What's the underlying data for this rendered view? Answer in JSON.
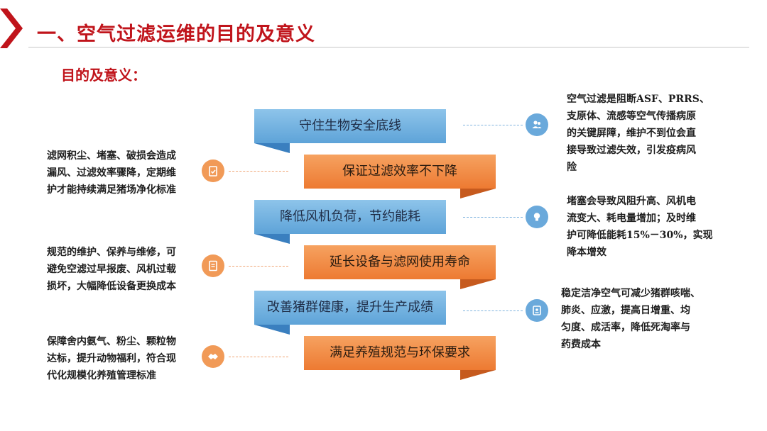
{
  "header": {
    "title": "一、空气过滤运维的目的及意义",
    "section": "目的及意义：",
    "accent_color": "#c0141b"
  },
  "ribbon": [
    {
      "label": "守住生物安全底线",
      "color": "blue"
    },
    {
      "label": "保证过滤效率不下降",
      "color": "orange"
    },
    {
      "label": "降低风机负荷，节约能耗",
      "color": "blue"
    },
    {
      "label": "延长设备与滤网使用寿命",
      "color": "orange"
    },
    {
      "label": "改善猪群健康，提升生产成绩",
      "color": "blue"
    },
    {
      "label": "满足养殖规范与环保要求",
      "color": "orange"
    }
  ],
  "left_notes": [
    {
      "lines": [
        "滤网积尘、堵塞、破损会造成",
        "漏风、过滤效率骤降，定期维",
        "护才能持续满足猪场净化标准"
      ],
      "icon": "clipboard-check-icon"
    },
    {
      "lines": [
        "规范的维护、保养与维修，可",
        "避免空滤过早报废、风机过载",
        "损坏，大幅降低设备更换成本"
      ],
      "icon": "document-icon"
    },
    {
      "lines": [
        "保障舍内氨气、粉尘、颗粒物",
        "达标，提升动物福利，符合现",
        "代化规模化养殖管理标准"
      ],
      "icon": "handshake-icon"
    }
  ],
  "right_notes": [
    {
      "lines": [
        "空气过滤是阻断ASF、PRRS、",
        "支原体、流感等空气传播病原",
        "的关键屏障，维护不到位会直",
        "接导致过滤失效，引发疫病风",
        "险"
      ],
      "icon": "users-icon"
    },
    {
      "lines": [
        "堵塞会导致风阻升高、风机电",
        "流变大、耗电量增加；及时维",
        "护可降低能耗15%－30%，实现",
        "降本增效"
      ],
      "icon": "lightbulb-icon"
    },
    {
      "lines": [
        "稳定洁净空气可减少猪群咳喘、",
        "肺炎、应激，提高日增重、均",
        "匀度、成活率，降低死淘率与",
        "药费成本"
      ],
      "icon": "id-badge-icon"
    }
  ],
  "colors": {
    "blue": "#6aa9db",
    "orange": "#ed7a32"
  }
}
